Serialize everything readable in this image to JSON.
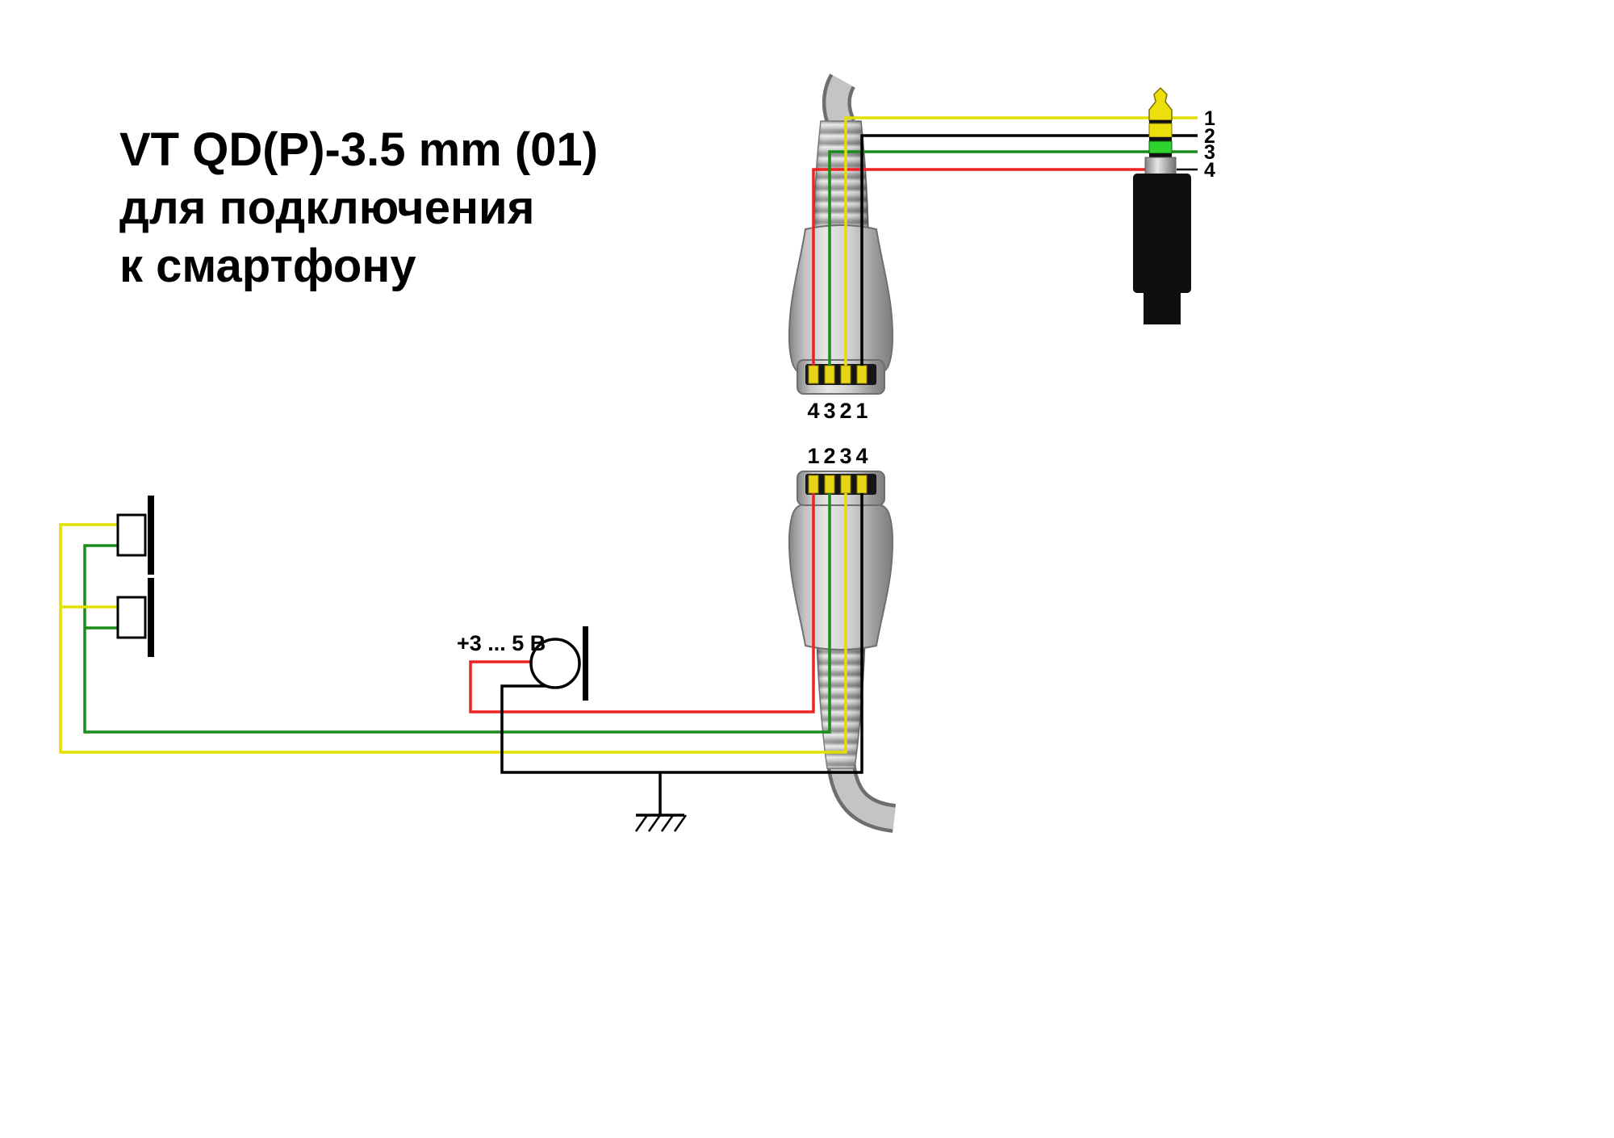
{
  "title": {
    "line1": "VT QD(P)-3.5 mm (01)",
    "line2": "для подключения",
    "line3": "к смартфону"
  },
  "connectors": {
    "top_qd": {
      "pin_labels": [
        "4",
        "3",
        "2",
        "1"
      ]
    },
    "bottom_qd": {
      "pin_labels": [
        "1",
        "2",
        "3",
        "4"
      ]
    },
    "jack": {
      "pin_labels": [
        "1",
        "2",
        "3",
        "4"
      ]
    }
  },
  "mic": {
    "voltage_label": "+3 ... 5 В"
  },
  "colors": {
    "wire_yellow": "#e3e000",
    "wire_green": "#1a8c1a",
    "wire_red": "#ee2222",
    "wire_black": "#000000",
    "pin_gold": "#e8d518",
    "jack_tip": "#ecdf0c",
    "jack_band_yellow": "#ecdf0c",
    "jack_band_green": "#2ed32e",
    "jack_body": "#0f0f0f"
  }
}
